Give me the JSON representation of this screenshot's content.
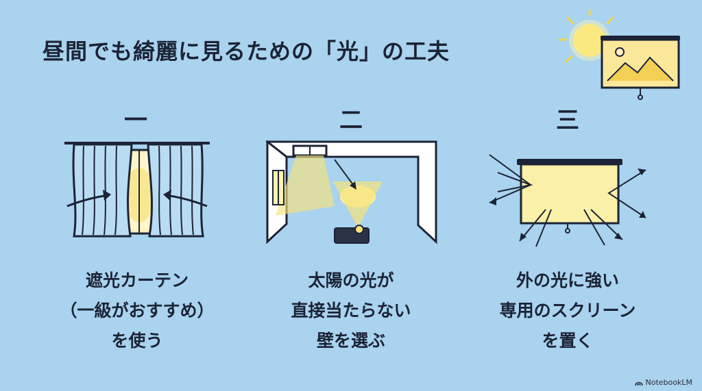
{
  "title": "昼間でも綺麗に見るための「光」の工夫",
  "items": [
    {
      "number": "一",
      "lines": [
        "遮光カーテン",
        "（一級がおすすめ）",
        "を使う"
      ]
    },
    {
      "number": "二",
      "lines": [
        "太陽の光が",
        "直接当たらない",
        "壁を選ぶ"
      ]
    },
    {
      "number": "三",
      "lines": [
        "外の光に強い",
        "専用のスクリーン",
        "を置く"
      ]
    }
  ],
  "brand": "NotebookLM",
  "colors": {
    "background": "#a9d3ef",
    "ink": "#1c2336",
    "light": "#f6e27a",
    "paper": "#fffaf0"
  }
}
